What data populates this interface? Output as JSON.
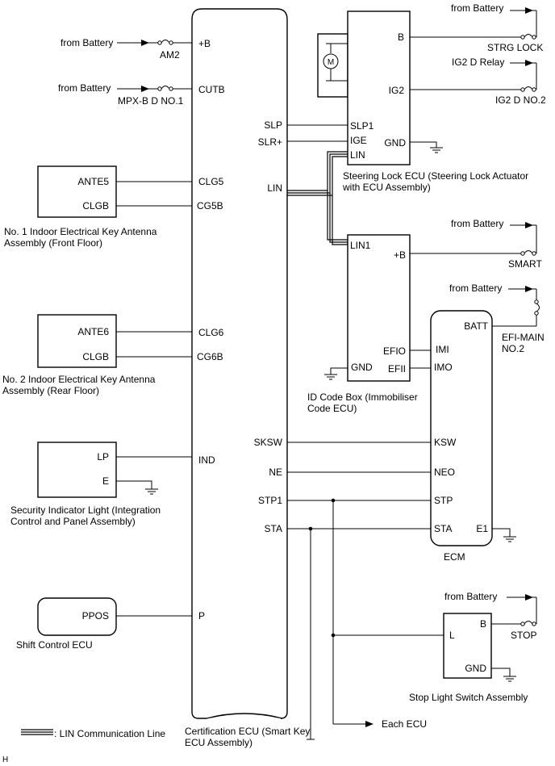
{
  "certification_ecu": {
    "name": "Certification ECU (Smart Key ECU Assembly)",
    "name_line1": "Certification ECU (Smart Key",
    "name_line2": "ECU Assembly)",
    "pins": {
      "plus_b": "+B",
      "cutb": "CUTB",
      "clg5": "CLG5",
      "cg5b": "CG5B",
      "clg6": "CLG6",
      "cg6b": "CG6B",
      "ind": "IND",
      "p": "P",
      "slp": "SLP",
      "slr_plus": "SLR+",
      "lin": "LIN",
      "sksw": "SKSW",
      "ne": "NE",
      "stp1": "STP1",
      "sta": "STA"
    }
  },
  "supplies": {
    "am2_source": "from Battery",
    "am2_fuse": "AM2",
    "mpx_source": "from Battery",
    "mpx_fuse": "MPX-B D NO.1",
    "strg_source": "from Battery",
    "strg_fuse": "STRG LOCK",
    "ig2_source": "IG2 D Relay",
    "ig2_fuse": "IG2 D NO.2",
    "smart_source": "from Battery",
    "smart_fuse": "SMART",
    "efi_source": "from Battery",
    "efi_fuse_line1": "EFI-MAIN",
    "efi_fuse_line2": "NO.2",
    "stop_source": "from Battery",
    "stop_fuse": "STOP"
  },
  "antenna1": {
    "pin_ante": "ANTE5",
    "pin_clgb": "CLGB",
    "name_line1": "No. 1 Indoor Electrical Key Antenna",
    "name_line2": "Assembly (Front Floor)"
  },
  "antenna2": {
    "pin_ante": "ANTE6",
    "pin_clgb": "CLGB",
    "name_line1": "No. 2 Indoor Electrical Key Antenna",
    "name_line2": "Assembly (Rear Floor)"
  },
  "security_light": {
    "pin_lp": "LP",
    "pin_e": "E",
    "name_line1": "Security Indicator Light (Integration",
    "name_line2": "Control and Panel Assembly)"
  },
  "shift_ecu": {
    "pin_ppos": "PPOS",
    "name": "Shift Control ECU"
  },
  "steering_lock": {
    "motor_label": "M",
    "pin_b": "B",
    "pin_ig2": "IG2",
    "pin_slp1": "SLP1",
    "pin_ige": "IGE",
    "pin_gnd": "GND",
    "pin_lin": "LIN",
    "name_line1": "Steering Lock ECU (Steering Lock Actuator",
    "name_line2": "with ECU Assembly)"
  },
  "id_code_box": {
    "pin_lin1": "LIN1",
    "pin_plus_b": "+B",
    "pin_efio": "EFIO",
    "pin_efii": "EFII",
    "pin_gnd": "GND",
    "name_line1": "ID Code Box (Immobiliser",
    "name_line2": "Code ECU)"
  },
  "ecm": {
    "pin_batt": "BATT",
    "pin_imi": "IMI",
    "pin_imo": "IMO",
    "pin_ksw": "KSW",
    "pin_neo": "NEO",
    "pin_stp": "STP",
    "pin_sta": "STA",
    "pin_e1": "E1",
    "name": "ECM"
  },
  "stop_switch": {
    "pin_b": "B",
    "pin_l": "L",
    "pin_gnd": "GND",
    "name": "Stop Light Switch Assembly"
  },
  "each_ecu": "Each ECU",
  "legend": {
    "label": ": LIN Communication Line"
  },
  "corner_mark": "H"
}
